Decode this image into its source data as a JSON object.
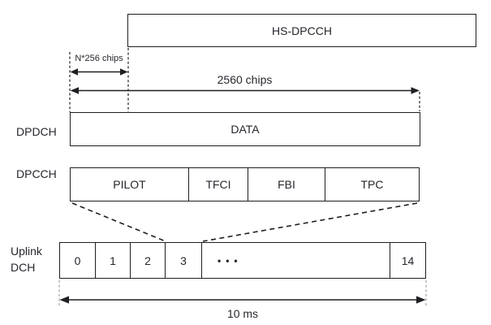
{
  "hs_dpcch": {
    "label": "HS-DPCCH"
  },
  "annotations": {
    "offset_label": "N*256 chips",
    "slot_width_label": "2560 chips",
    "frame_width_label": "10 ms"
  },
  "dpdch": {
    "channel_label": "DPDCH",
    "field": "DATA"
  },
  "dpcch": {
    "channel_label": "DPCCH",
    "fields": [
      "PILOT",
      "TFCI",
      "FBI",
      "TPC"
    ]
  },
  "uplink_dch": {
    "channel_label_line1": "Uplink",
    "channel_label_line2": "DCH",
    "slots": [
      "0",
      "1",
      "2",
      "3",
      "•••",
      "14"
    ]
  },
  "colors": {
    "line": "#1f1f24",
    "text": "#26262e",
    "guide": "#a0a0a0",
    "background": "#ffffff"
  }
}
